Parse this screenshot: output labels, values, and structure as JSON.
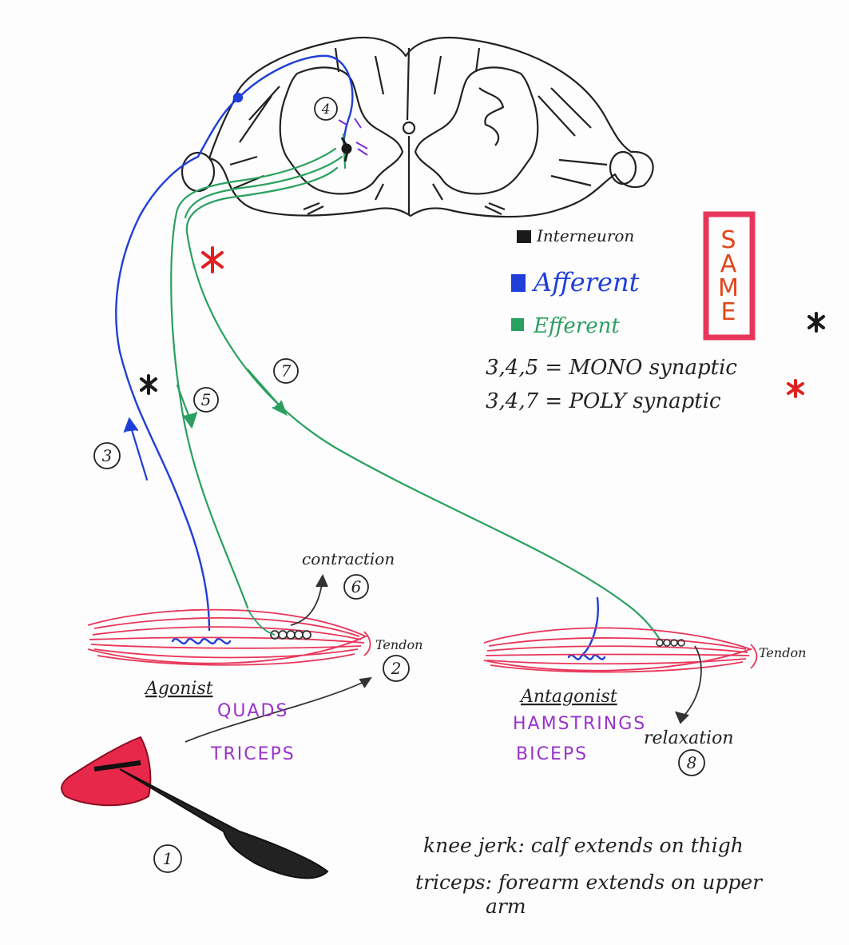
{
  "colors": {
    "interneuron": "#1a1a1a",
    "afferent": "#1f3fd8",
    "efferent": "#2aa060",
    "muscle": "#e8365a",
    "muscle_label": "#9933cc",
    "same_box": "#e8365a",
    "same_text": "#e2461a",
    "red_star": "#e02020",
    "ink": "#222222"
  },
  "legend": {
    "interneuron": "Interneuron",
    "afferent": "Afferent",
    "efferent": "Efferent",
    "same_letters": [
      "S",
      "A",
      "M",
      "E"
    ]
  },
  "synaptic": {
    "mono": "3,4,5 = MONO synaptic",
    "poly": "3,4,7 = POLY synaptic"
  },
  "steps": {
    "s1": "1",
    "s2": "2",
    "s3": "3",
    "s4": "4",
    "s5": "5",
    "s6": "6",
    "s7": "7",
    "s8": "8"
  },
  "labels": {
    "contraction": "contraction",
    "relaxation": "relaxation",
    "tendon_left": "Tendon",
    "tendon_right": "Tendon",
    "agonist": "Agonist",
    "antagonist": "Antagonist",
    "quads": "QUADS",
    "triceps": "TRICEPS",
    "hamstrings": "HAMSTRINGS",
    "biceps": "BICEPS"
  },
  "notes": {
    "knee_jerk": "knee jerk: calf extends on thigh",
    "triceps_line1": "triceps: forearm extends on upper",
    "triceps_line2": "arm"
  },
  "icons": [
    "reflex-hammer-icon",
    "asterisk-icon"
  ]
}
